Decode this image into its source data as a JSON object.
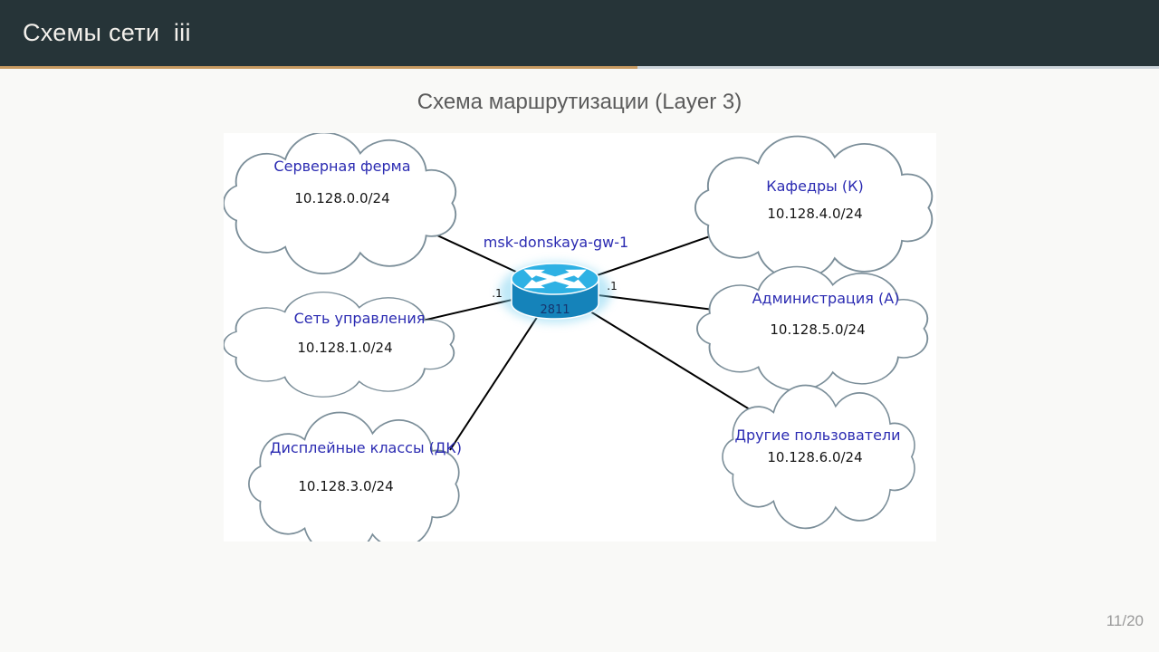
{
  "header": {
    "title": "Схемы сети  iii"
  },
  "slide": {
    "title": "Схема маршрутизации (Layer 3)",
    "page": "11/20"
  },
  "diagram": {
    "router": {
      "name": "msk-donskaya-gw-1",
      "model": "2811",
      "left_iface": ".1",
      "right_iface": ".1"
    },
    "clouds": [
      {
        "label": "Серверная ферма",
        "subnet": "10.128.0.0/24"
      },
      {
        "label": "Кафедры (К)",
        "subnet": "10.128.4.0/24"
      },
      {
        "label": "Сеть управления",
        "subnet": "10.128.1.0/24"
      },
      {
        "label": "Администрация (А)",
        "subnet": "10.128.5.0/24"
      },
      {
        "label": "Дисплейные классы (ДК)",
        "subnet": "10.128.3.0/24"
      },
      {
        "label": "Другие пользователи",
        "subnet": "10.128.6.0/24"
      }
    ],
    "colors": {
      "header_bg": "#263438",
      "progress_accent": "#c79a61",
      "progress_track": "#ccd4da",
      "cloud_outline": "#7b8e99",
      "label_blue": "#2b2bb2",
      "router_top": "#2eb1e4",
      "router_body": "#1583ba",
      "router_glow": "#7ed2f0"
    }
  }
}
